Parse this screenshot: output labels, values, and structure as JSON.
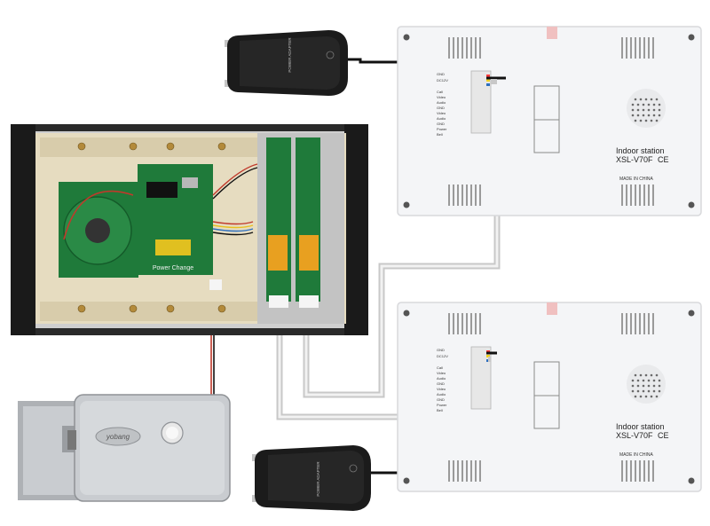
{
  "monitor_top": {
    "title": "Indoor station",
    "model": "XSL-V70F",
    "ce": "CE",
    "made_in": "MADE IN CHINA",
    "terminals": [
      "GND",
      "DC12V",
      "Call",
      "Video",
      "Audio",
      "GND",
      "Video",
      "Audio",
      "GND",
      "Power",
      "Bell"
    ]
  },
  "monitor_bottom": {
    "title": "Indoor station",
    "model": "XSL-V70F",
    "ce": "CE",
    "made_in": "MADE IN CHINA",
    "terminals": [
      "GND",
      "DC12V",
      "Call",
      "Video",
      "Audio",
      "GND",
      "Video",
      "Audio",
      "GND",
      "Power",
      "Bell"
    ]
  },
  "adapter_top": {
    "label": "POWER ADAPTER"
  },
  "adapter_bottom": {
    "label": "POWER ADAPTER"
  },
  "lock": {
    "brand": "yobang"
  },
  "board": {
    "sticker": "Power Change"
  },
  "colors": {
    "monitor_body": "#f4f5f7",
    "adapter_body": "#1b1b1b",
    "cable_gray": "#d8d8d8",
    "wire_black": "#111111",
    "wire_red": "#c0392b",
    "pcb_green": "#1f7a3a",
    "relay_orange": "#e8a020",
    "frame_dark": "#222222",
    "lock_steel": "#c9ccd0"
  }
}
